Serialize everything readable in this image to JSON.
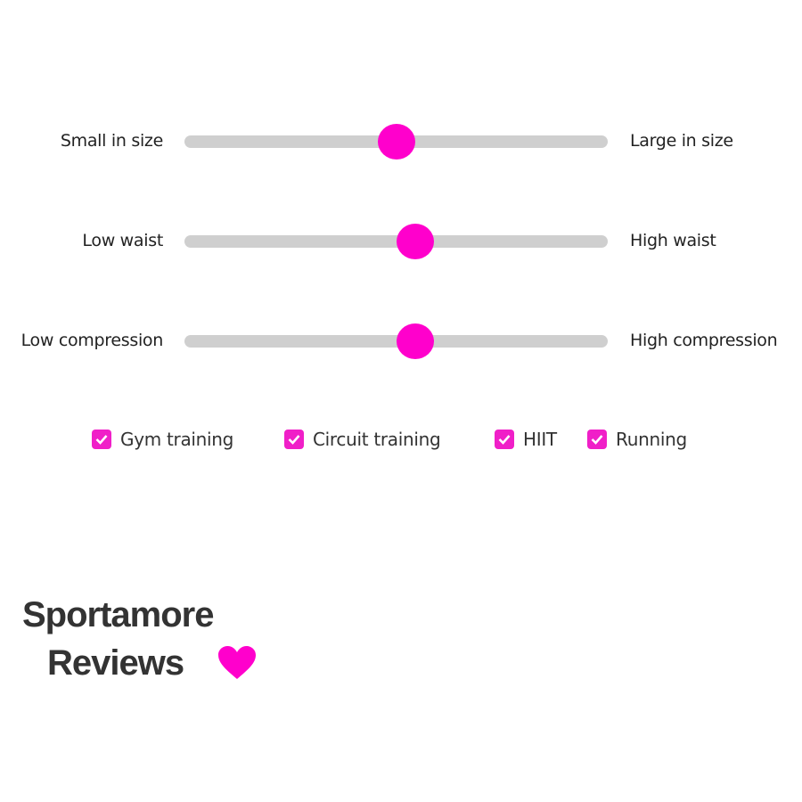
{
  "sliders": [
    {
      "left_label": "Small in size",
      "right_label": "Large in size",
      "value": 0.5
    },
    {
      "left_label": "Low waist",
      "right_label": "High waist",
      "value": 0.545
    },
    {
      "left_label": "Low compression",
      "right_label": "High compression",
      "value": 0.545
    }
  ],
  "checkboxes": [
    {
      "label": "Gym training",
      "checked": true
    },
    {
      "label": "Circuit training",
      "checked": true
    },
    {
      "label": "HIIT",
      "checked": true
    },
    {
      "label": "Running",
      "checked": true
    }
  ],
  "logo": {
    "line1": "Sportamore",
    "line2": "Reviews",
    "icon": "heart-icon"
  },
  "colors": {
    "accent": "#ff00cc",
    "track": "#cfcfcf"
  }
}
